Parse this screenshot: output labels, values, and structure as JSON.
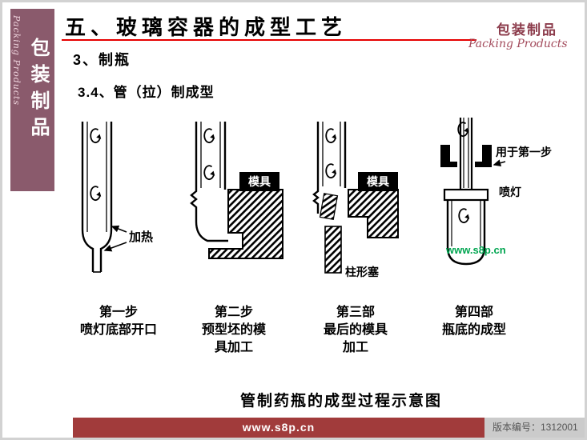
{
  "header": {
    "title": "五、玻璃容器的成型工艺",
    "brand": "包装制品",
    "brand_script": "Packing Products"
  },
  "sidebar": {
    "label": "包装制品",
    "script": "Packing Products"
  },
  "content": {
    "section": "3、制瓶",
    "subsection": "3.4、管（拉）制成型",
    "figures": [
      {
        "caption": [
          "第一步",
          "喷灯底部开口"
        ],
        "labels": {
          "heat": "加热"
        }
      },
      {
        "caption": [
          "第二步",
          "预型坯的模",
          "具加工"
        ],
        "labels": {
          "mold": "模具"
        }
      },
      {
        "caption": [
          "第三部",
          "最后的模具",
          "加工"
        ],
        "labels": {
          "mold": "模具",
          "plug": "柱形塞"
        }
      },
      {
        "caption": [
          "第四部",
          "瓶底的成型"
        ],
        "labels": {
          "torch_use": "用于第一步",
          "torch": "喷灯",
          "watermark": "www.s8p.cn"
        }
      }
    ],
    "diagram_caption": "管制药瓶的成型过程示意图"
  },
  "footer": {
    "url": "www.s8p.cn",
    "version": "版本编号：1312001"
  },
  "colors": {
    "sidebar_bg": "#8a5a6c",
    "title_underline": "#e60000",
    "brand_text": "#8b3a4a",
    "footer_bar_bg": "#a13b3b",
    "footer_version_bg": "#cbcbcb",
    "watermark_green": "#00a550",
    "diagram_ink": "#000000"
  }
}
